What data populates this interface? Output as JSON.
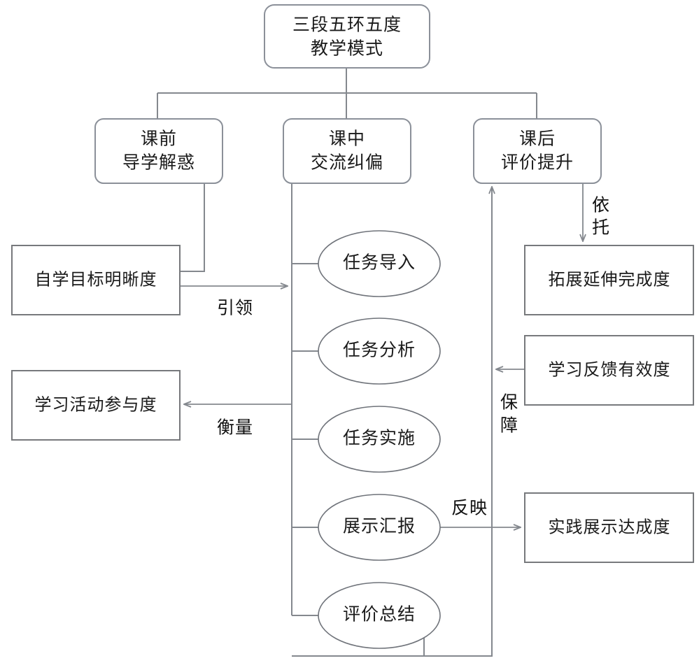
{
  "diagram": {
    "title_node": {
      "id": "root",
      "shape": "rounded-rect",
      "line1": "三段五环五度",
      "line2": "教学模式"
    },
    "stage_nodes": [
      {
        "id": "stage-pre",
        "shape": "rounded-rect",
        "line1": "课前",
        "line2": "导学解惑"
      },
      {
        "id": "stage-mid",
        "shape": "rounded-rect",
        "line1": "课中",
        "line2": "交流纠偏"
      },
      {
        "id": "stage-post",
        "shape": "rounded-rect",
        "line1": "课后",
        "line2": "评价提升"
      }
    ],
    "ring_nodes": [
      {
        "id": "ring-1",
        "shape": "ellipse",
        "label": "任务导入"
      },
      {
        "id": "ring-2",
        "shape": "ellipse",
        "label": "任务分析"
      },
      {
        "id": "ring-3",
        "shape": "ellipse",
        "label": "任务实施"
      },
      {
        "id": "ring-4",
        "shape": "ellipse",
        "label": "展示汇报"
      },
      {
        "id": "ring-5",
        "shape": "ellipse",
        "label": "评价总结"
      }
    ],
    "degree_nodes": [
      {
        "id": "degree-left-1",
        "shape": "rect",
        "label": "自学目标明晰度"
      },
      {
        "id": "degree-left-2",
        "shape": "rect",
        "label": "学习活动参与度"
      },
      {
        "id": "degree-right-1",
        "shape": "rect",
        "label": "拓展延伸完成度"
      },
      {
        "id": "degree-right-2",
        "shape": "rect",
        "label": "学习反馈有效度"
      },
      {
        "id": "degree-right-3",
        "shape": "rect",
        "label": "实践展示达成度"
      }
    ],
    "edge_labels": [
      {
        "id": "edge-label-yinling",
        "text": "引领",
        "orientation": "horizontal"
      },
      {
        "id": "edge-label-hengliang",
        "text": "衡量",
        "orientation": "horizontal"
      },
      {
        "id": "edge-label-yituo",
        "text": "依托",
        "orientation": "vertical",
        "char1": "依",
        "char2": "托"
      },
      {
        "id": "edge-label-baozhang",
        "text": "保障",
        "orientation": "vertical",
        "char1": "保",
        "char2": "障"
      },
      {
        "id": "edge-label-fanying",
        "text": "反映",
        "orientation": "horizontal"
      }
    ],
    "colors": {
      "line": "#84888e",
      "node_border": "#7c8086",
      "text": "#1a1a1a",
      "background": "#ffffff"
    }
  }
}
